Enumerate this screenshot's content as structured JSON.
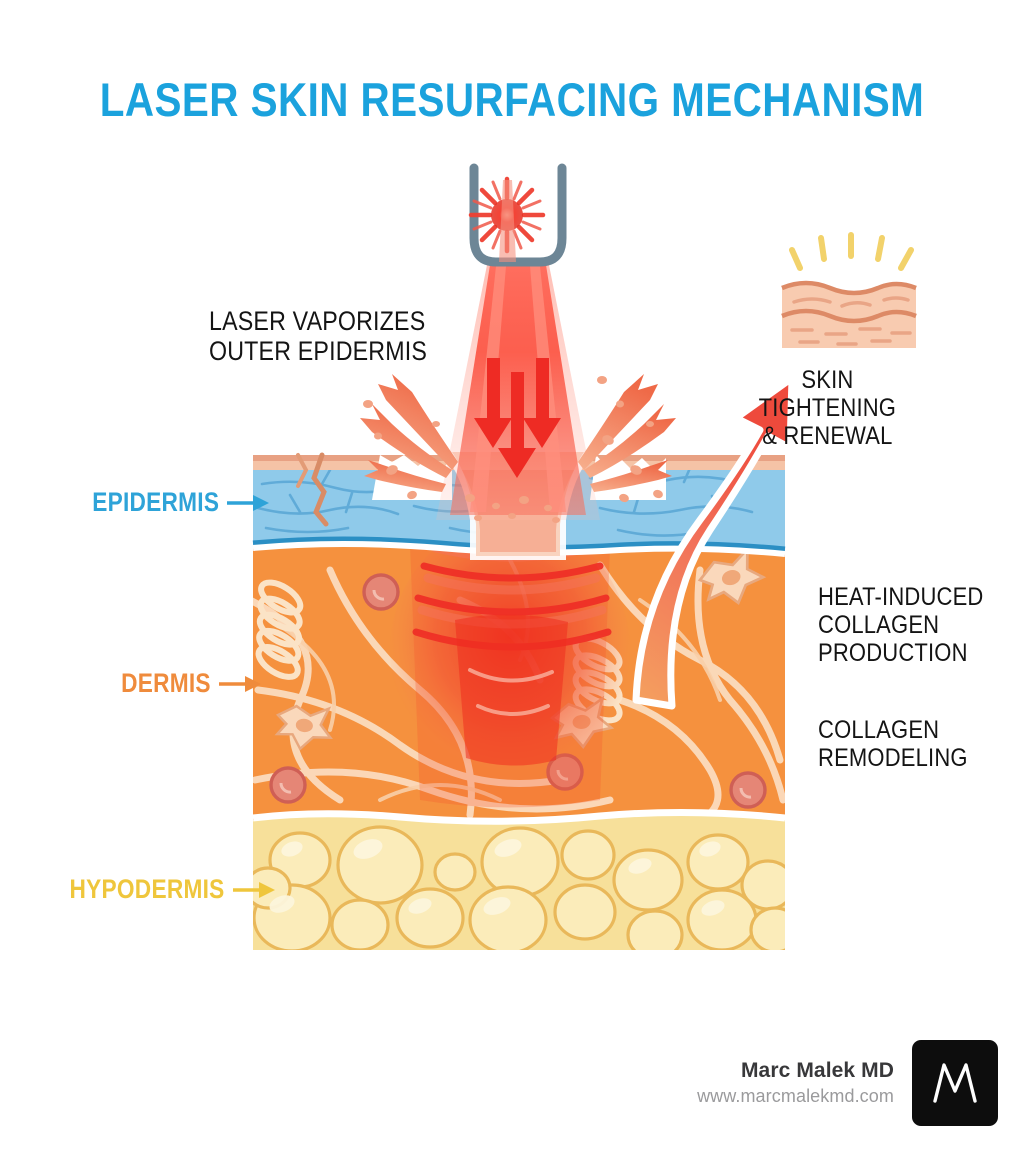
{
  "title": "LASER SKIN RESURFACING MECHANISM",
  "colors": {
    "title_blue": "#1ba2dd",
    "epidermis_label": "#2ea3d8",
    "dermis_label": "#ef8b3c",
    "hypodermis_label": "#efc63c",
    "epidermis_fill": "#8fcaea",
    "dermis_fill": "#f5913e",
    "hypodermis_fill": "#f7e09a",
    "stratum_fill": "#f5c3a6",
    "laser_red": "#ee2b24",
    "splash_orange": "#f07a54",
    "ray_yellow": "#f2d26b",
    "device_grey": "#6d8696",
    "callout_black": "#141414",
    "footer_name": "#38383a",
    "footer_url": "#9a9a9c",
    "logo_bg": "#0d0d0d"
  },
  "layer_labels": [
    {
      "id": "epidermis",
      "text": "EPIDERMIS",
      "arrow": "right-arrow-icon",
      "color": "#2ea3d8"
    },
    {
      "id": "dermis",
      "text": "DERMIS",
      "arrow": "right-arrow-icon",
      "color": "#ef8b3c"
    },
    {
      "id": "hypodermis",
      "text": "HYPODERMIS",
      "arrow": "right-arrow-icon",
      "color": "#efc63c"
    }
  ],
  "callouts": {
    "vaporize": "LASER VAPORIZES\nOUTER EPIDERMIS",
    "tighten": "SKIN TIGHTENING\n& RENEWAL",
    "heat_collagen": "HEAT-INDUCED\nCOLLAGEN\nPRODUCTION",
    "collagen_remodel": "COLLAGEN\nREMODELING"
  },
  "icons": {
    "laser_device": "laser-handpiece-icon",
    "laser_burst": "laser-burst-icon",
    "laser_beam": "laser-beam-icon",
    "beam_arrows": "downward-arrow-icon",
    "splash_arrows": "vaporization-splash-arrow-icon",
    "tighten_skin": "smooth-skin-block-icon",
    "tighten_rays": "sunburst-rays-icon",
    "renewal_arrow": "upward-curved-arrow-icon",
    "collagen_coil": "collagen-coil-icon",
    "fibroblast": "fibroblast-cell-icon",
    "blood_vessel": "blood-vessel-icon",
    "fat_cell": "fat-cell-icon",
    "logo_letter": "M"
  },
  "footer": {
    "name": "Marc Malek MD",
    "url": "www.marcmalekmd.com",
    "logo_letter": "M"
  }
}
